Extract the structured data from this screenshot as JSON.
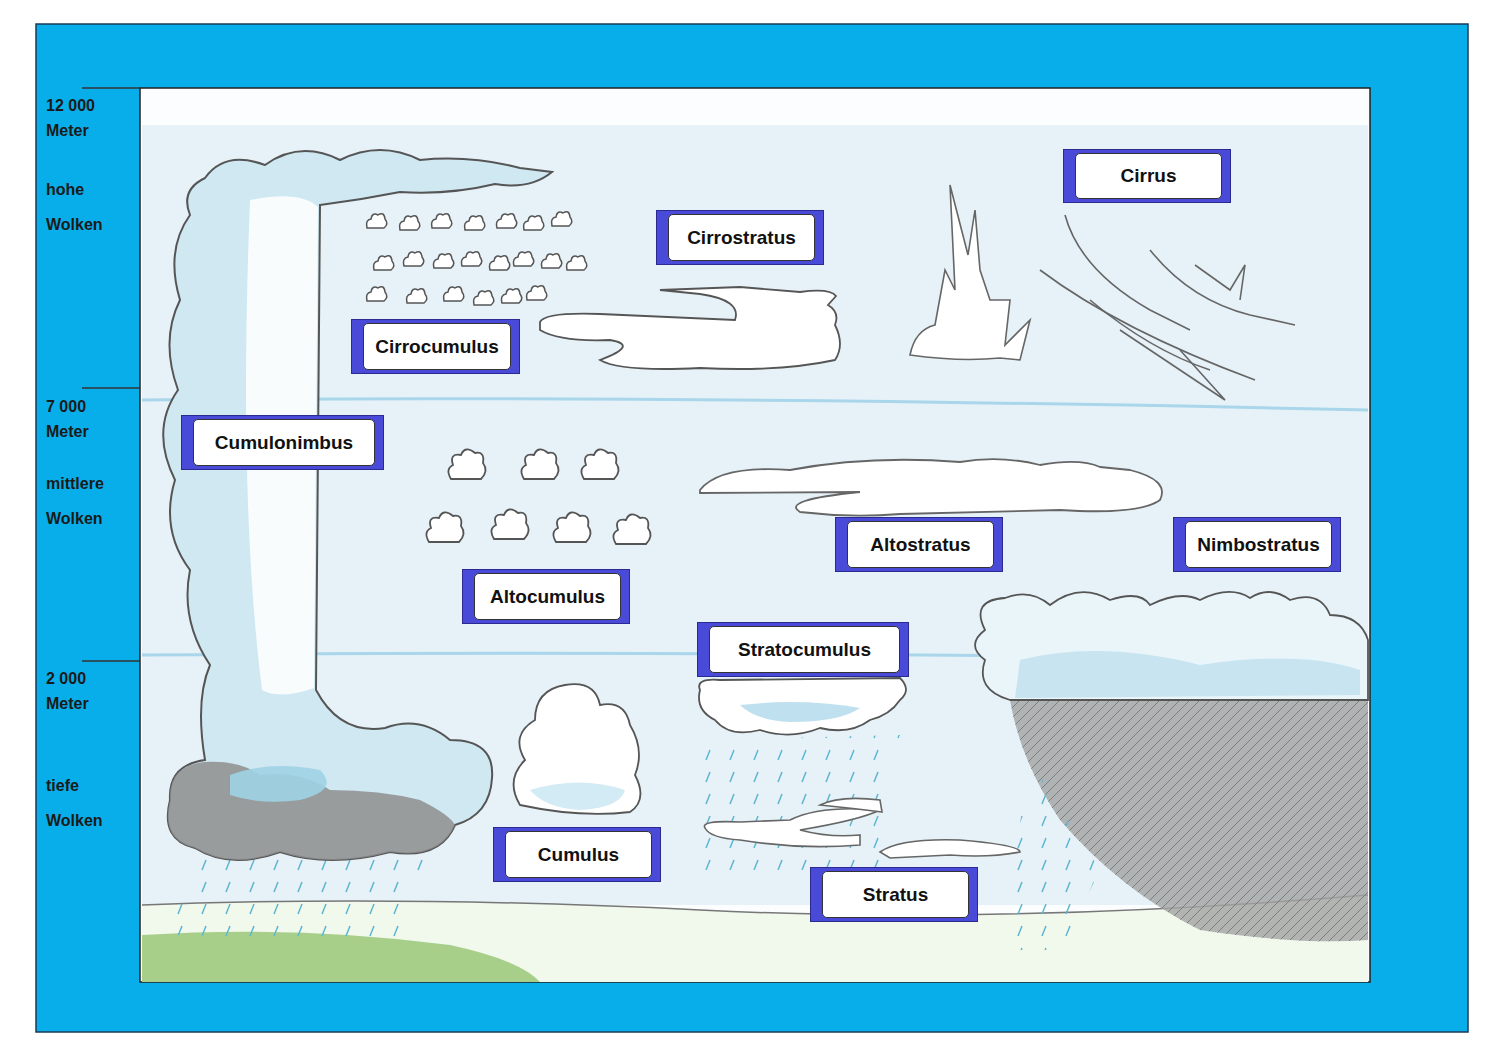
{
  "diagram": {
    "nodes": [
      {
        "text": [
          "Cirrus"
        ]
      },
      {
        "text": [
          "Cirrostratus"
        ]
      },
      {
        "text": [
          "Cirrocumulus"
        ]
      },
      {
        "text": [
          "Cumulonimbus"
        ]
      },
      {
        "text": [
          "Altostratus"
        ]
      },
      {
        "text": [
          "Nimbostratus"
        ]
      },
      {
        "text": [
          "Altocumulus"
        ]
      },
      {
        "text": [
          "Stratocumulus"
        ]
      },
      {
        "text": [
          "Cumulus"
        ]
      },
      {
        "text": [
          "Stratus"
        ]
      }
    ],
    "labels": [
      "12 000 Meter",
      "hohe Wolken",
      "7 000 Meter",
      "mittlere Wolken",
      "2 000 Meter",
      "tiefe Wolken"
    ]
  }
}
